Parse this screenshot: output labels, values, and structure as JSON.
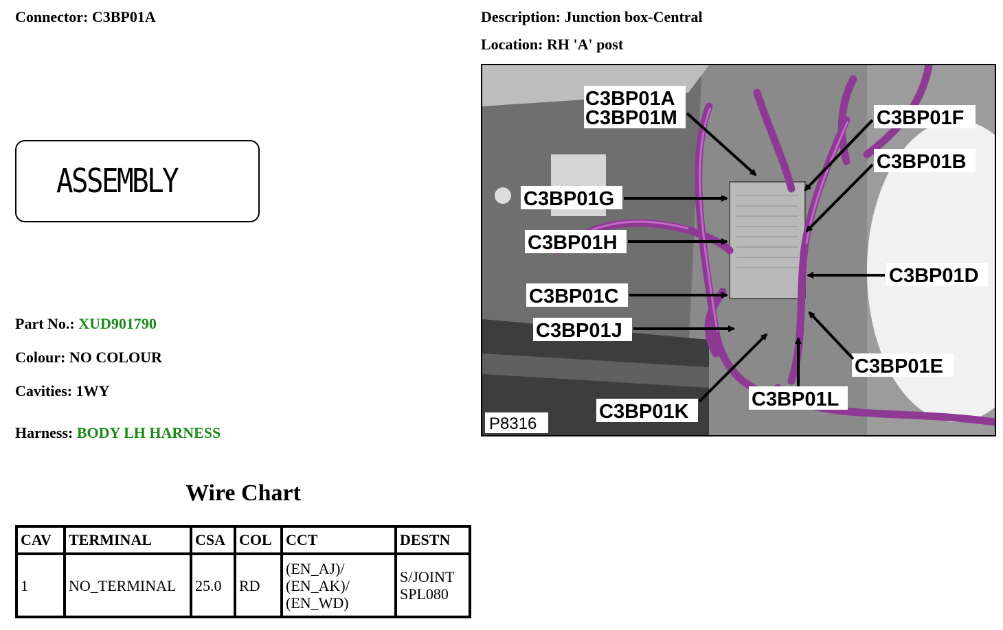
{
  "connector": {
    "label": "Connector:",
    "value": "C3BP01A"
  },
  "description": {
    "label": "Description:",
    "value": "Junction box-Central"
  },
  "location": {
    "label": "Location:",
    "value": "RH 'A' post"
  },
  "assembly_text": "ASSEMBLY",
  "part": {
    "label": "Part No.:",
    "value": "XUD901790"
  },
  "colour": {
    "label": "Colour:",
    "value": "NO COLOUR"
  },
  "cavities": {
    "label": "Cavities:",
    "value": "1WY"
  },
  "harness": {
    "label": "Harness:",
    "value": "BODY LH HARNESS"
  },
  "figure": {
    "id": "P8316",
    "callouts": [
      "C3BP01A",
      "C3BP01M",
      "C3BP01F",
      "C3BP01B",
      "C3BP01G",
      "C3BP01H",
      "C3BP01D",
      "C3BP01C",
      "C3BP01J",
      "C3BP01E",
      "C3BP01K",
      "C3BP01L"
    ]
  },
  "wire_chart": {
    "title": "Wire Chart",
    "headers": [
      "CAV",
      "TERMINAL",
      "CSA",
      "COL",
      "CCT",
      "DESTN"
    ],
    "rows": [
      {
        "cav": "1",
        "terminal": "NO_TERMINAL",
        "csa": "25.0",
        "col": "RD",
        "cct": [
          "(EN_AJ)/",
          "(EN_AK)/",
          "(EN_WD)"
        ],
        "destn": [
          "S/JOINT",
          "SPL080"
        ]
      }
    ]
  },
  "colors": {
    "link_green": "#1a8a1a",
    "harness_purple": "#8e3a95"
  }
}
